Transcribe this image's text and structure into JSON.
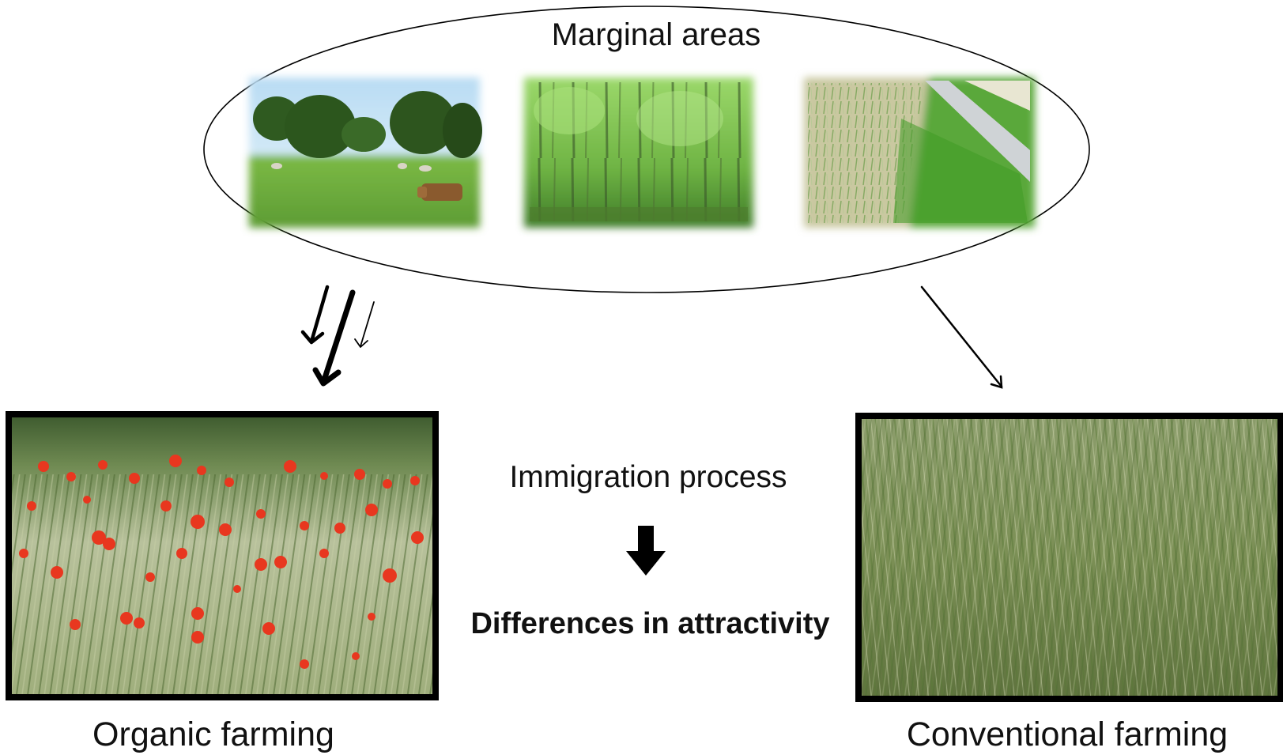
{
  "title": "Marginal areas",
  "marginal_areas": [
    {
      "icon": "pasture-with-cows-photo"
    },
    {
      "icon": "forest-photo"
    },
    {
      "icon": "grassy-road-verge-photo"
    }
  ],
  "process_label": "Immigration process",
  "result_label": "Differences in attractivity",
  "fields": {
    "organic": {
      "label": "Organic farming",
      "icon": "poppy-wheat-field-photo"
    },
    "conventional": {
      "label": "Conventional farming",
      "icon": "wheat-field-photo"
    }
  },
  "colors": {
    "pasture_grass": "#6fae3e",
    "forest_green": "#7cc24e",
    "verge_green": "#4f9e2a",
    "wheat_organic": "#a8b48a",
    "poppy_red": "#e8371f",
    "wheat_conventional": "#7e9158",
    "frame": "#000000"
  }
}
